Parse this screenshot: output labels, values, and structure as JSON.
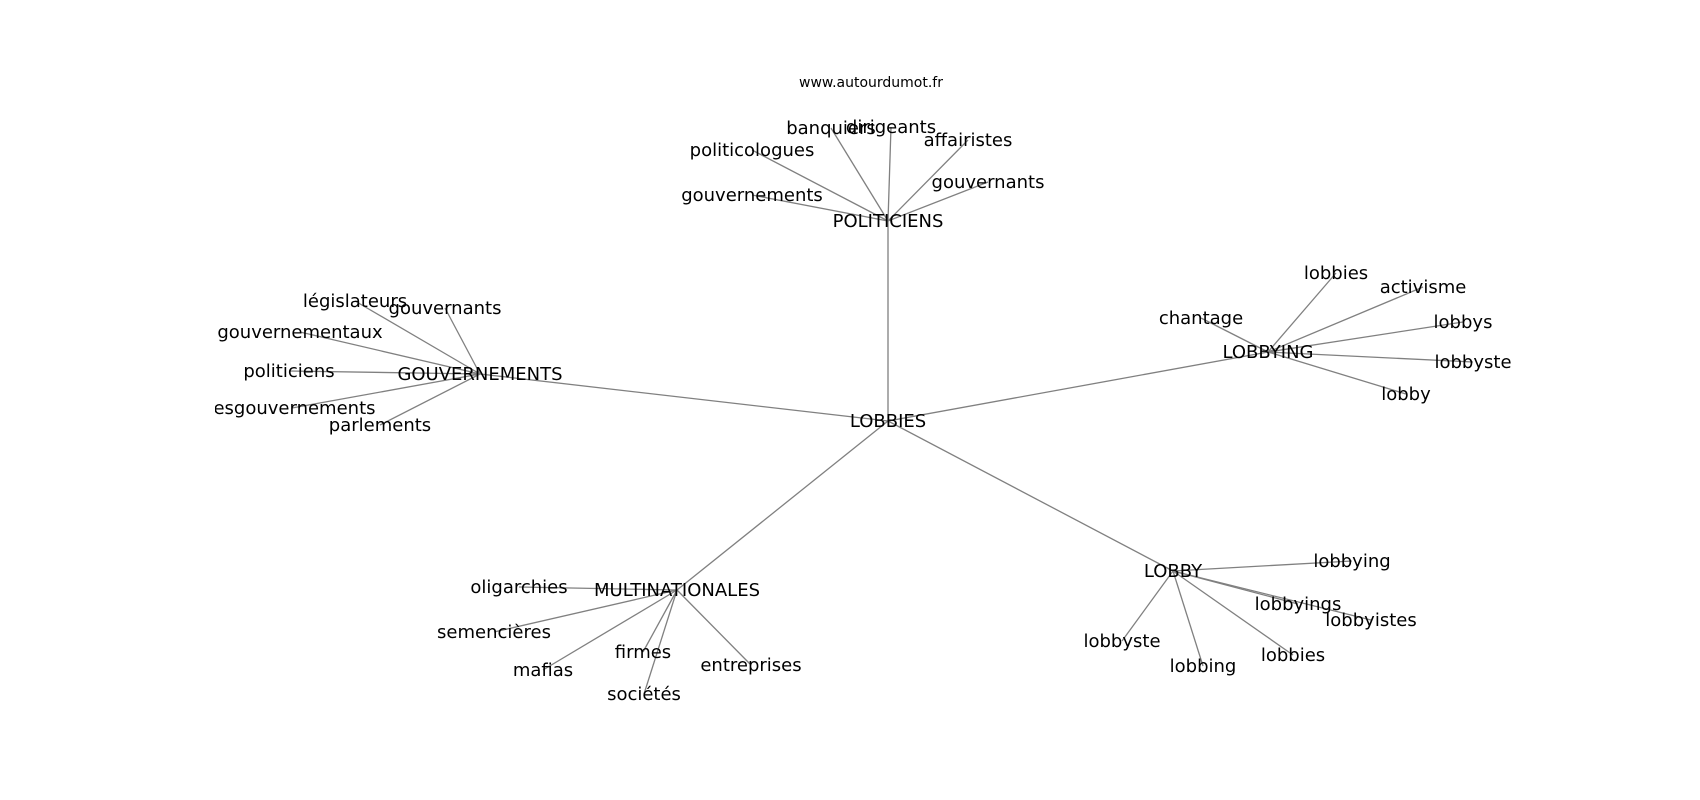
{
  "source": "www.autourdumot.fr",
  "colors": {
    "edge": "#808080",
    "text": "#000000",
    "background": "#ffffff"
  },
  "graph": {
    "center": "LOBBIES",
    "clusters": [
      {
        "label": "POLITICIENS",
        "children": [
          "gouvernements",
          "politicologues",
          "banquiers",
          "dirigeants",
          "affairistes",
          "gouvernants"
        ]
      },
      {
        "label": "GOUVERNEMENTS",
        "children": [
          "législateurs",
          "gouvernants",
          "gouvernementaux",
          "politiciens",
          "lesgouvernements",
          "parlements"
        ]
      },
      {
        "label": "LOBBYING",
        "children": [
          "chantage",
          "lobbies",
          "activisme",
          "lobbys",
          "lobbyste",
          "lobby"
        ]
      },
      {
        "label": "MULTINATIONALES",
        "children": [
          "oligarchies",
          "semencières",
          "mafias",
          "firmes",
          "sociétés",
          "entreprises"
        ]
      },
      {
        "label": "LOBBY",
        "children": [
          "lobbying",
          "lobbyings",
          "lobbyistes",
          "lobbyste",
          "lobbing",
          "lobbies"
        ]
      }
    ]
  }
}
